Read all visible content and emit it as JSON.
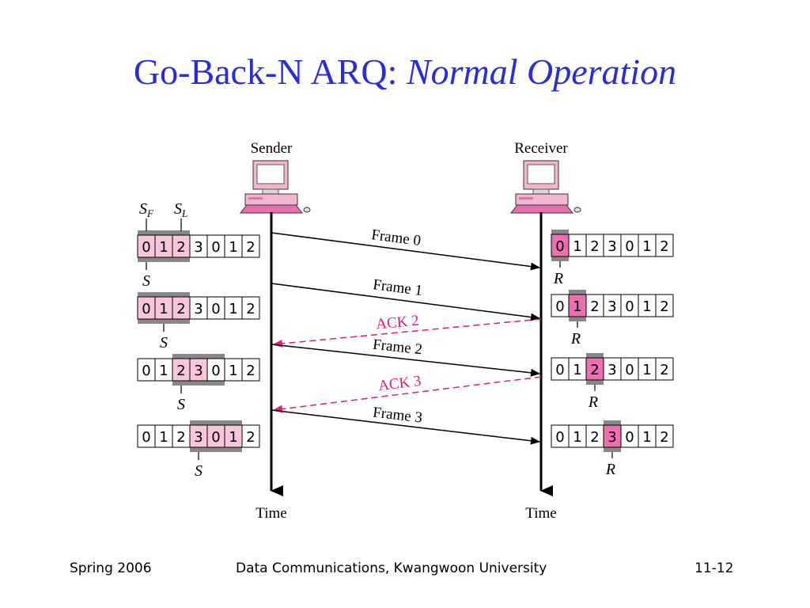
{
  "title": {
    "main": "Go-Back-N ARQ:",
    "subtitle": "Normal Operation"
  },
  "diagram": {
    "sender_label": "Sender",
    "receiver_label": "Receiver",
    "time_label": "Time",
    "sequence": [
      "0",
      "1",
      "2",
      "3",
      "0",
      "1",
      "2"
    ],
    "sender_pointer_first": "S",
    "sender_pointer_first_sub": "F",
    "sender_pointer_last": "S",
    "sender_pointer_last_sub": "L",
    "sender_pointer_next": "S",
    "receiver_pointer": "R",
    "messages": [
      {
        "label": "Frame 0",
        "direction": "sender-to-receiver"
      },
      {
        "label": "Frame 1",
        "direction": "sender-to-receiver"
      },
      {
        "label": "ACK 2",
        "direction": "receiver-to-sender"
      },
      {
        "label": "Frame 2",
        "direction": "sender-to-receiver"
      },
      {
        "label": "ACK 3",
        "direction": "receiver-to-sender"
      },
      {
        "label": "Frame 3",
        "direction": "sender-to-receiver"
      }
    ],
    "colors": {
      "window": "#f9c5dc",
      "window_border": "#888888",
      "receiver_highlight": "#ee6fb0",
      "ack": "#e0197d",
      "frame": "#000000"
    }
  },
  "footer": {
    "left": "Spring 2006",
    "center": "Data Communications, Kwangwoon University",
    "right": "11-12"
  }
}
